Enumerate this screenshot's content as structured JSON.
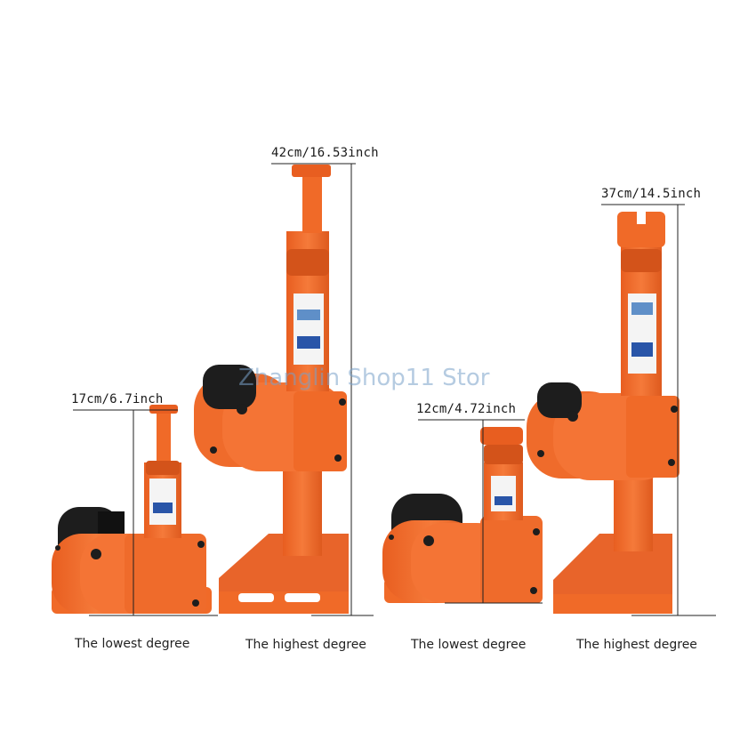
{
  "measurements": [
    {
      "label": "17cm/6.7inch"
    },
    {
      "label": "42cm/16.53inch"
    },
    {
      "label": "12cm/4.72inch"
    },
    {
      "label": "37cm/14.5inch"
    }
  ],
  "captions": [
    "The lowest degree",
    "The highest degree",
    "The lowest degree",
    "The highest degree"
  ],
  "watermark": "Zhanglin Shop11 Stor",
  "colors": {
    "jack_orange": "#f26a2a",
    "jack_dark": "#d3531a",
    "motor_black": "#1d1d1d",
    "measure_line": "#222222"
  }
}
